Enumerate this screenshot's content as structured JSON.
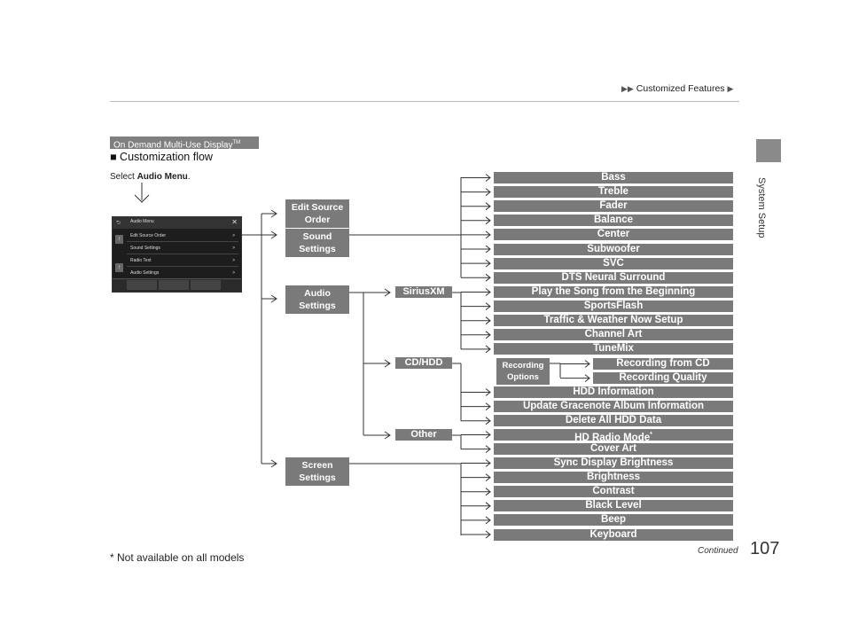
{
  "header": {
    "title": "Customized Features",
    "arrows": "▶▶",
    "arrow_after": "▶"
  },
  "side_tab": "System Setup",
  "page_number": "107",
  "continued": "Continued",
  "footnote": "* Not available on all models",
  "badge": {
    "text": "On Demand Multi-Use Display",
    "tm": "TM"
  },
  "section": {
    "bullet": "■",
    "title": "Customization flow"
  },
  "instruction": {
    "prefix": "Select ",
    "bold": "Audio Menu",
    "suffix": "."
  },
  "screen": {
    "title": "Audio Menu",
    "back": "⮌",
    "close": "✕",
    "rows": [
      "Edit Source Order",
      "Sound Settings",
      "Radio Text",
      "Audio Settings"
    ],
    "chevron": ">",
    "up_icon": "↑"
  },
  "blocks": {
    "edit_source": [
      "Edit Source",
      "Order"
    ],
    "sound": [
      "Sound",
      "Settings"
    ],
    "audio": [
      "Audio",
      "Settings"
    ],
    "screen": [
      "Screen",
      "Settings"
    ]
  },
  "categories": {
    "siriusxm": "SiriusXM",
    "cdhdd": "CD/HDD",
    "other": "Other"
  },
  "recording_options": [
    "Recording",
    "Options"
  ],
  "sound_items": [
    "Bass",
    "Treble",
    "Fader",
    "Balance",
    "Center",
    "Subwoofer",
    "SVC",
    "DTS Neural Surround"
  ],
  "siriusxm_items": [
    "Play the Song from the Beginning",
    "SportsFlash",
    "Traffic & Weather Now Setup",
    "Channel Art",
    "TuneMix"
  ],
  "recording_items": [
    "Recording from CD",
    "Recording Quality"
  ],
  "cdhdd_items": [
    "HDD Information",
    "Update Gracenote Album Information",
    "Delete All HDD Data"
  ],
  "other_items": [
    "HD Radio Mode",
    "Cover Art"
  ],
  "other_asterisk": "*",
  "screen_items": [
    "Sync Display Brightness",
    "Brightness",
    "Contrast",
    "Black Level",
    "Beep",
    "Keyboard"
  ]
}
